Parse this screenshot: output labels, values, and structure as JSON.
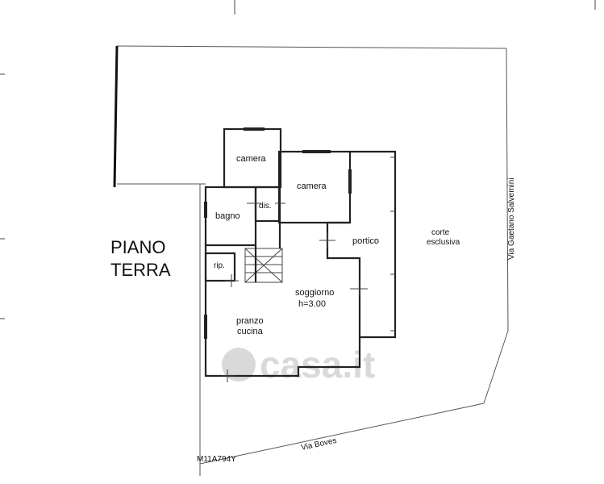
{
  "title": {
    "line1": "PIANO",
    "line2": "TERRA"
  },
  "rooms": {
    "camera_1": "camera",
    "camera_2": "camera",
    "dis": "dis.",
    "bagno": "bagno",
    "portico": "portico",
    "rip": "rip.",
    "soggiorno": "soggiorno",
    "soggiorno_height": "h=3.00",
    "pranzo": "pranzo",
    "cucina": "cucina"
  },
  "outdoor": {
    "corte_line1": "corte",
    "corte_line2": "esclusiva"
  },
  "streets": {
    "east": "Via Gaetano Salvemini",
    "south": "Via Boves"
  },
  "code": "M11A794Y",
  "watermark": "casa.it",
  "colors": {
    "line": "#222222",
    "watermark": "#d9d9d9",
    "background": "#ffffff"
  }
}
